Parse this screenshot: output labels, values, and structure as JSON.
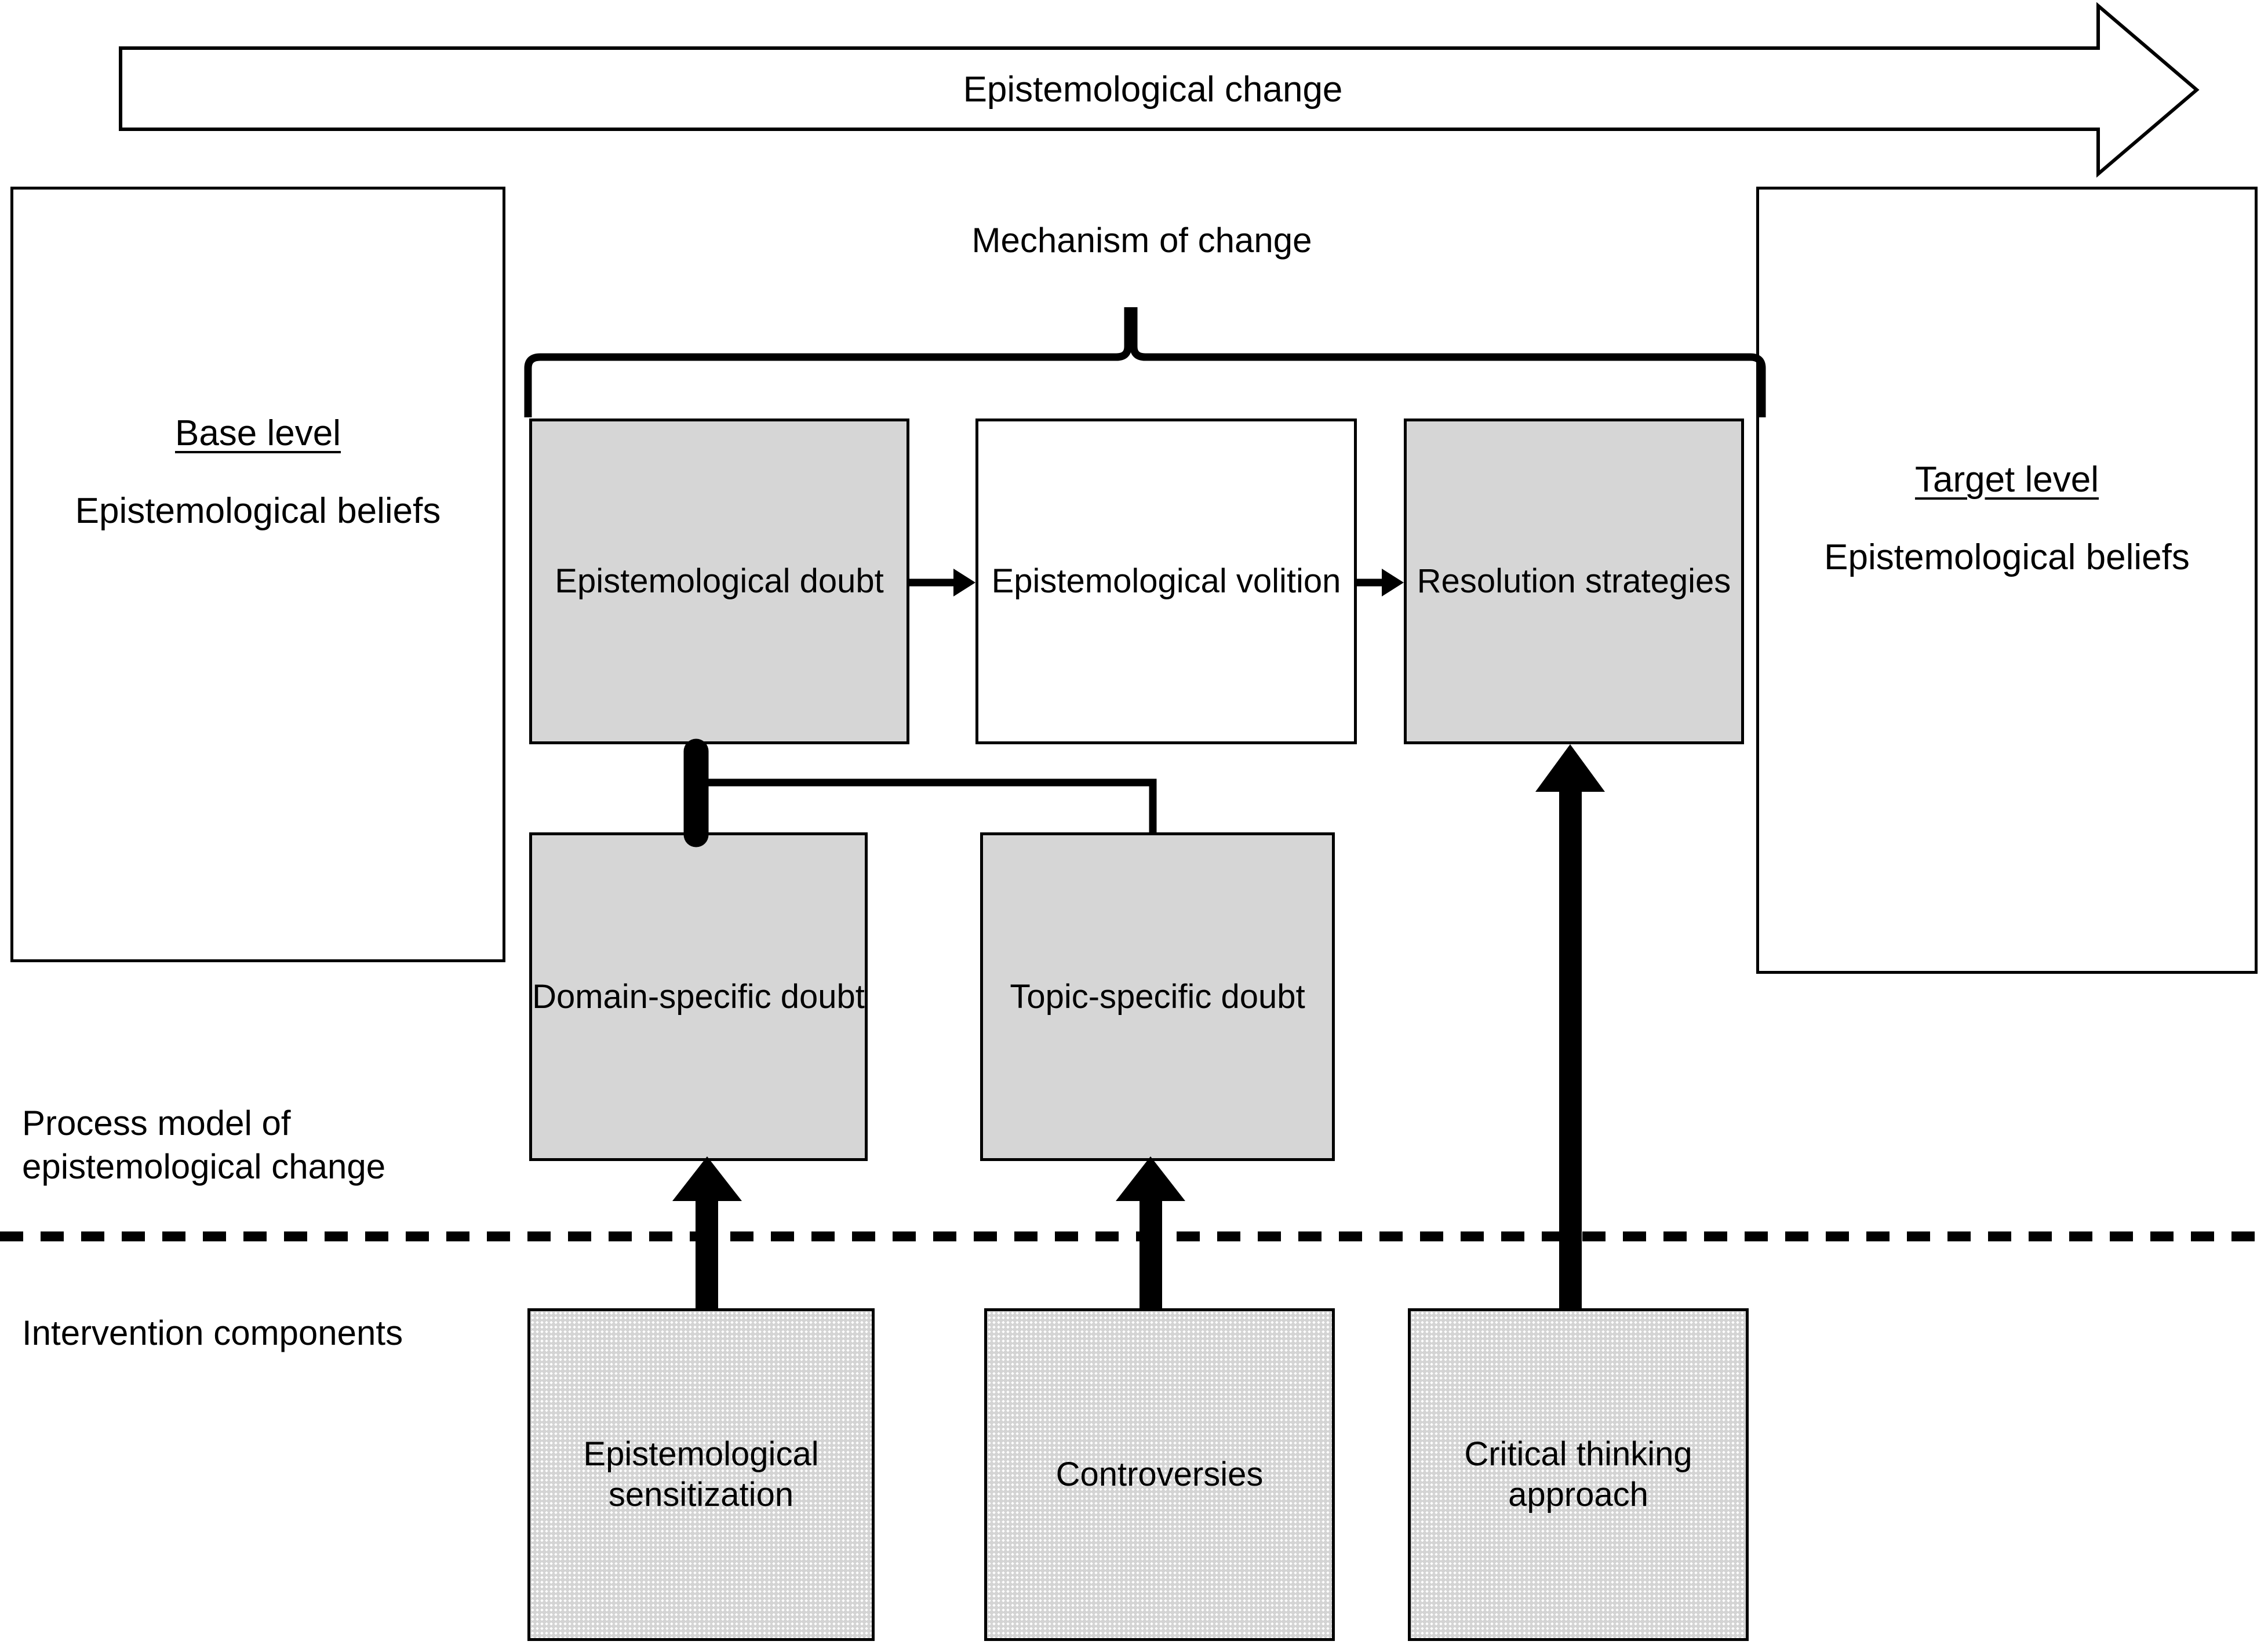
{
  "banner": {
    "label": "Epistemological change",
    "icon": "right-arrow-banner"
  },
  "panels": {
    "base": {
      "title": "Base level",
      "subtitle": "Epistemological beliefs"
    },
    "target": {
      "title": "Target level",
      "subtitle": "Epistemological beliefs"
    }
  },
  "mechanism": {
    "label": "Mechanism of change",
    "icon": "curly-brace-up"
  },
  "side_labels": {
    "process": "Process model of epistemological change",
    "intervention": "Intervention components"
  },
  "process_row": [
    {
      "label": "Epistemological doubt",
      "fill": "gray"
    },
    {
      "label": "Epistemological volition",
      "fill": "white"
    },
    {
      "label": "Resolution strategies",
      "fill": "gray"
    }
  ],
  "doubt_row": [
    {
      "label": "Domain-specific doubt",
      "fill": "gray"
    },
    {
      "label": "Topic-specific doubt",
      "fill": "gray"
    }
  ],
  "intervention_row": [
    {
      "label": "Epistemological sensitization",
      "fill": "hatched"
    },
    {
      "label": "Controversies",
      "fill": "hatched"
    },
    {
      "label": "Critical thinking approach",
      "fill": "hatched"
    }
  ],
  "colors": {
    "gray_fill": "#d6d6d6",
    "hatch_fill": "#d4d4d4",
    "stroke": "#000000",
    "background": "#ffffff"
  },
  "separators": {
    "dashed_divider": "dashed-horizontal-line"
  }
}
